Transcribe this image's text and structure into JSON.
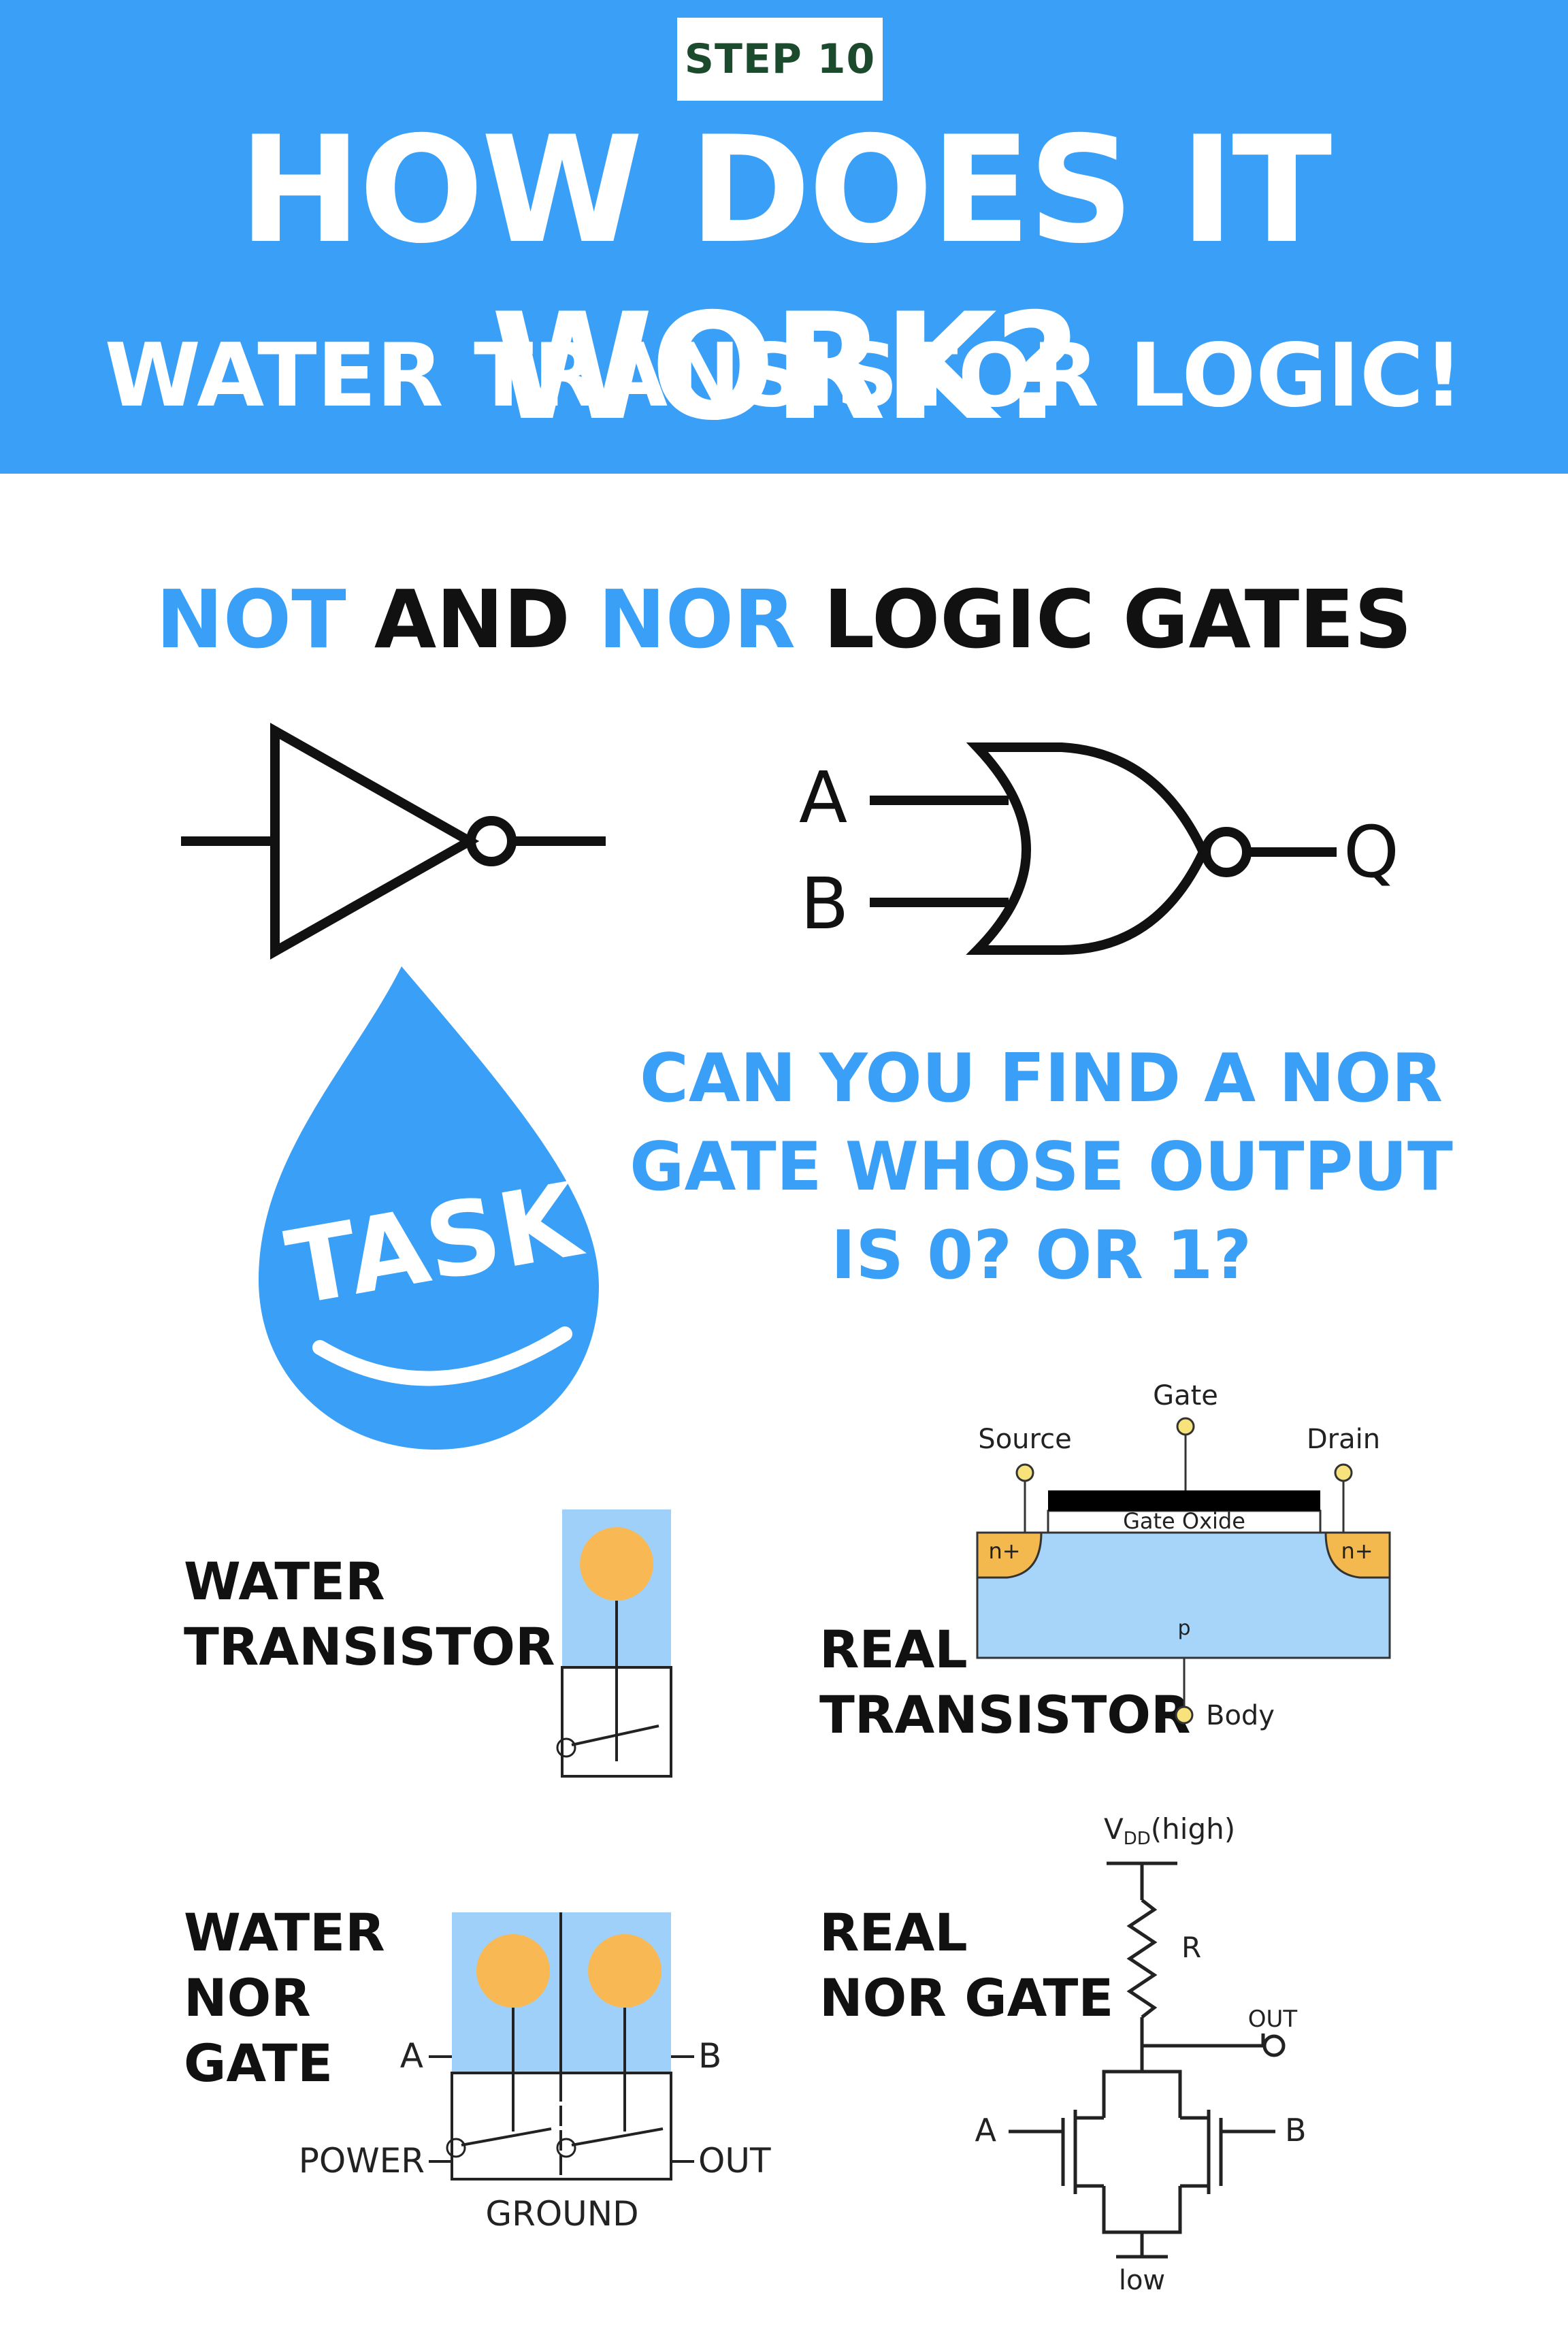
{
  "header": {
    "step": "STEP 10",
    "title": "HOW DOES IT WORK?",
    "subtitle": "WATER TRANSISTOR LOGIC!"
  },
  "section": {
    "part1": "NOT",
    "part2": "AND",
    "part3": "NOR",
    "part4": "LOGIC GATES"
  },
  "nor_symbol": {
    "input_a": "A",
    "input_b": "B",
    "output": "Q"
  },
  "task": {
    "badge": "TASK",
    "question_line1": "CAN YOU FIND A NOR",
    "question_line2": "GATE WHOSE OUTPUT",
    "question_line3": "IS 0? OR 1?"
  },
  "water_transistor": {
    "label_line1": "WATER",
    "label_line2": "TRANSISTOR"
  },
  "real_transistor": {
    "label_line1": "REAL",
    "label_line2": "TRANSISTOR",
    "gate": "Gate",
    "source": "Source",
    "drain": "Drain",
    "oxide": "Gate Oxide",
    "n_left": "n+",
    "n_right": "n+",
    "substrate": "p",
    "body": "Body"
  },
  "water_nor": {
    "label_line1": "WATER",
    "label_line2": "NOR",
    "label_line3": "GATE",
    "a": "A",
    "b": "B",
    "power": "POWER",
    "out": "OUT",
    "ground": "GROUND"
  },
  "real_nor": {
    "label_line1": "REAL",
    "label_line2": "NOR GATE",
    "vdd": "V",
    "vdd_sub": "DD",
    "vdd_suffix": "(high)",
    "r": "R",
    "out": "OUT",
    "a": "A",
    "b": "B",
    "low": "low"
  },
  "colors": {
    "accent": "#399ff7",
    "water": "#9fd0f9",
    "float": "#f8b955",
    "step_text": "#1c4a2c",
    "n_region": "#f3b94e",
    "p_region": "#a7d5fa"
  }
}
